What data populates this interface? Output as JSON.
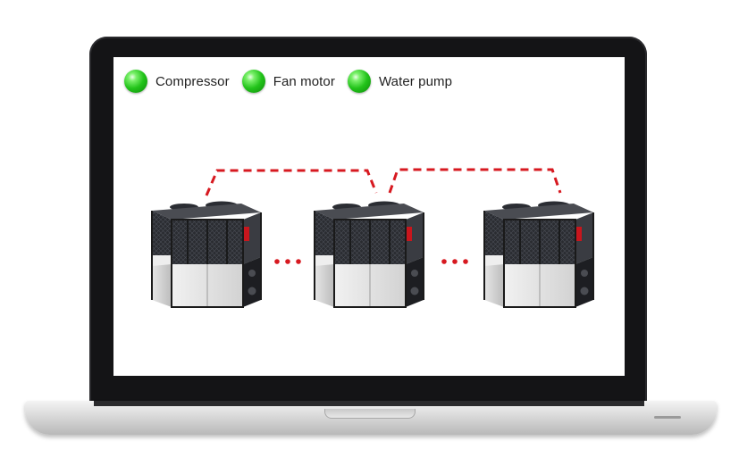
{
  "legend": [
    {
      "label": "Compressor",
      "status_color": "#22c31a"
    },
    {
      "label": "Fan motor",
      "status_color": "#22c31a"
    },
    {
      "label": "Water pump",
      "status_color": "#22c31a"
    }
  ],
  "units": [
    {
      "icon": "heat-pump-unit-icon"
    },
    {
      "icon": "heat-pump-unit-icon"
    },
    {
      "icon": "heat-pump-unit-icon"
    }
  ],
  "connection_color": "#d71920",
  "ellipsis": "• • •"
}
